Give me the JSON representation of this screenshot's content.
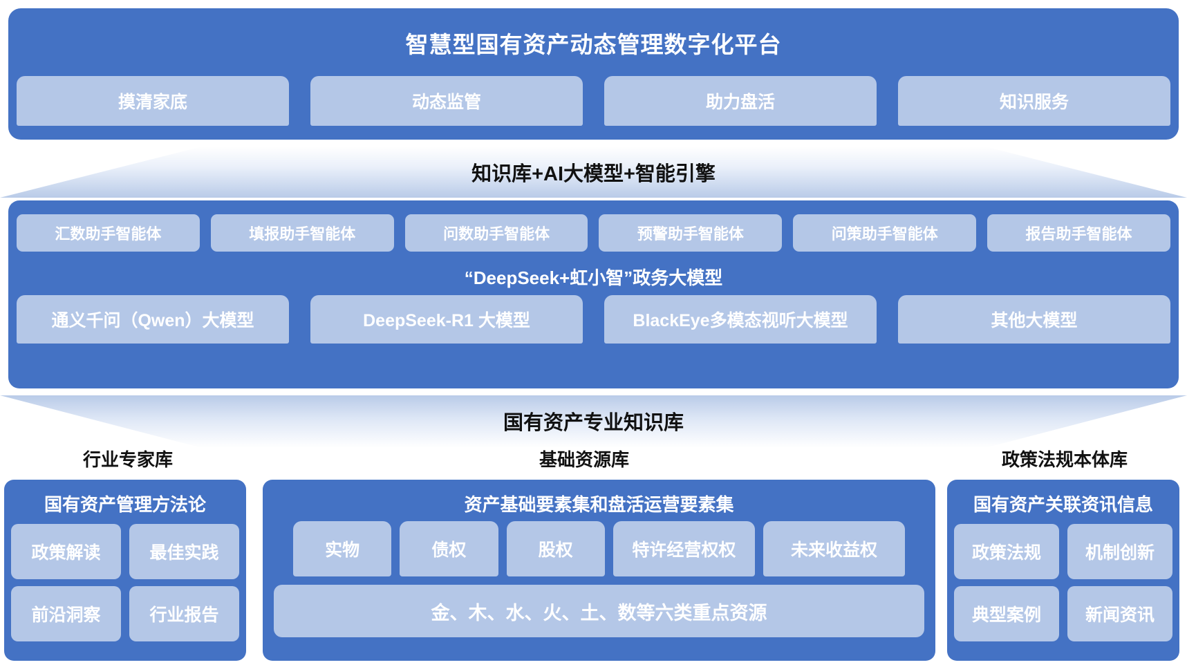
{
  "colors": {
    "primary": "#4472C4",
    "chip": "#B4C7E7",
    "text_on_primary": "#FFFFFF",
    "band_text": "#111111"
  },
  "platform": {
    "title": "智慧型国有资产动态管理数字化平台",
    "capabilities": [
      {
        "label": "摸清家底"
      },
      {
        "label": "动态监管"
      },
      {
        "label": "助力盘活"
      },
      {
        "label": "知识服务"
      }
    ]
  },
  "engine_band": {
    "label": "知识库+AI大模型+智能引擎"
  },
  "ai_layer": {
    "agents": [
      {
        "label": "汇数助手智能体"
      },
      {
        "label": "填报助手智能体"
      },
      {
        "label": "问数助手智能体"
      },
      {
        "label": "预警助手智能体"
      },
      {
        "label": "问策助手智能体"
      },
      {
        "label": "报告助手智能体"
      }
    ],
    "government_model_title": "“DeepSeek+虹小智”政务大模型",
    "foundation_models": [
      {
        "label": "通义千问（Qwen）大模型"
      },
      {
        "label": "DeepSeek-R1 大模型"
      },
      {
        "label": "BlackEye多模态视听大模型"
      },
      {
        "label": "其他大模型"
      }
    ]
  },
  "knowledge_band": {
    "label": "国有资产专业知识库"
  },
  "knowledge_categories": [
    {
      "label": "行业专家库"
    },
    {
      "label": "基础资源库"
    },
    {
      "label": "政策法规本体库"
    }
  ],
  "knowledge_panels": {
    "expert": {
      "title": "国有资产管理方法论",
      "items": [
        {
          "label": "政策解读"
        },
        {
          "label": "最佳实践"
        },
        {
          "label": "前沿洞察"
        },
        {
          "label": "行业报告"
        }
      ]
    },
    "resource": {
      "title": "资产基础要素集和盘活运营要素集",
      "items": [
        {
          "label": "实物"
        },
        {
          "label": "债权"
        },
        {
          "label": "股权"
        },
        {
          "label": "特许经营权权"
        },
        {
          "label": "未来收益权"
        }
      ],
      "wide_bar": "金、木、水、火、土、数等六类重点资源"
    },
    "policy": {
      "title": "国有资产关联资讯信息",
      "items": [
        {
          "label": "政策法规"
        },
        {
          "label": "机制创新"
        },
        {
          "label": "典型案例"
        },
        {
          "label": "新闻资讯"
        }
      ]
    }
  }
}
